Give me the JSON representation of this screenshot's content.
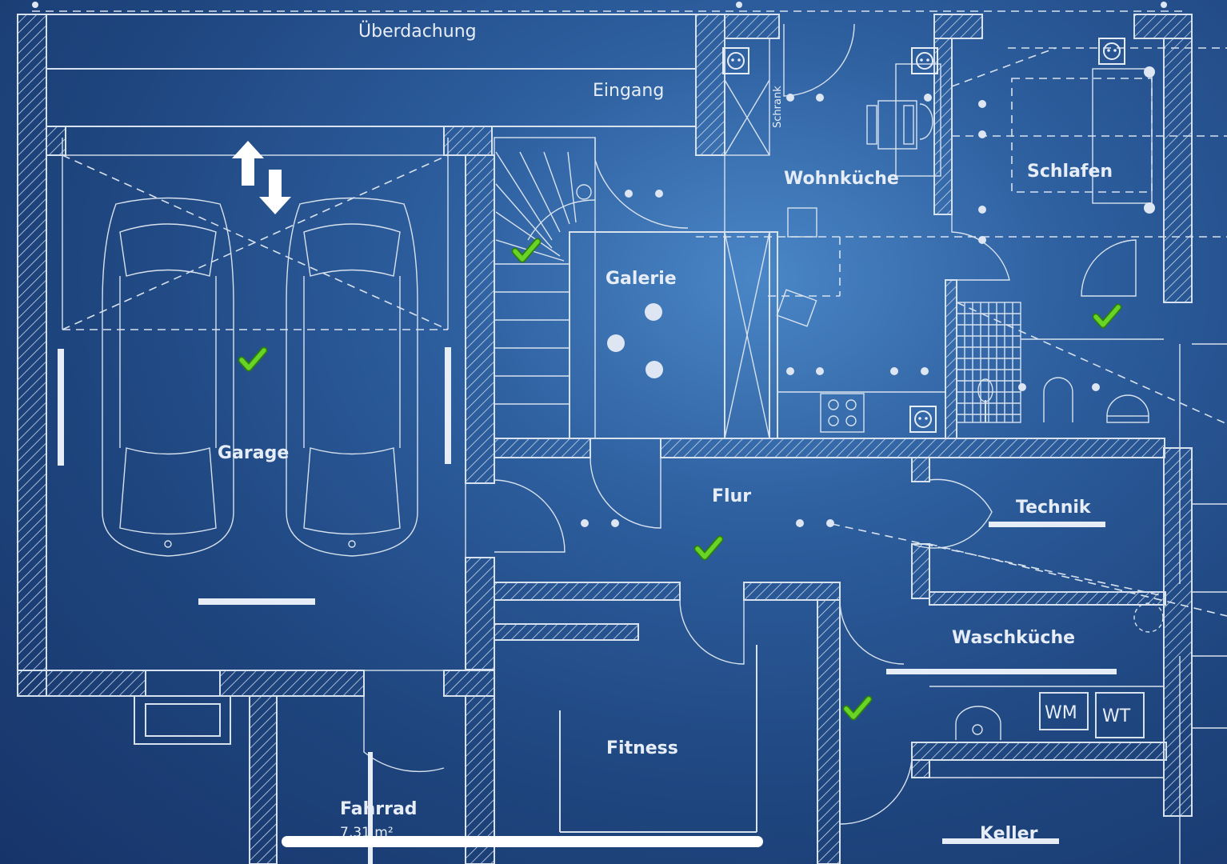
{
  "rooms": {
    "ueberdachung": "Überdachung",
    "eingang": "Eingang",
    "wohnkueche": "Wohnküche",
    "schlafen": "Schlafen",
    "galerie": "Galerie",
    "garage": "Garage",
    "flur": "Flur",
    "technik": "Technik",
    "waschkueche": "Waschküche",
    "fitness": "Fitness",
    "fahrrad": "Fahrrad",
    "fahrrad_area": "7,31 m²",
    "keller": "Keller"
  },
  "fixtures": {
    "schrank": "Schrank",
    "wm": "WM",
    "wt": "WT"
  },
  "icons": {
    "check": "checkmark-icon",
    "socket": "power-socket-icon",
    "swap_arrows": "swap-arrows-icon"
  },
  "colors": {
    "background": "#1f467f",
    "lines": "#d8e2ee",
    "check_green": "#5fce1e"
  }
}
